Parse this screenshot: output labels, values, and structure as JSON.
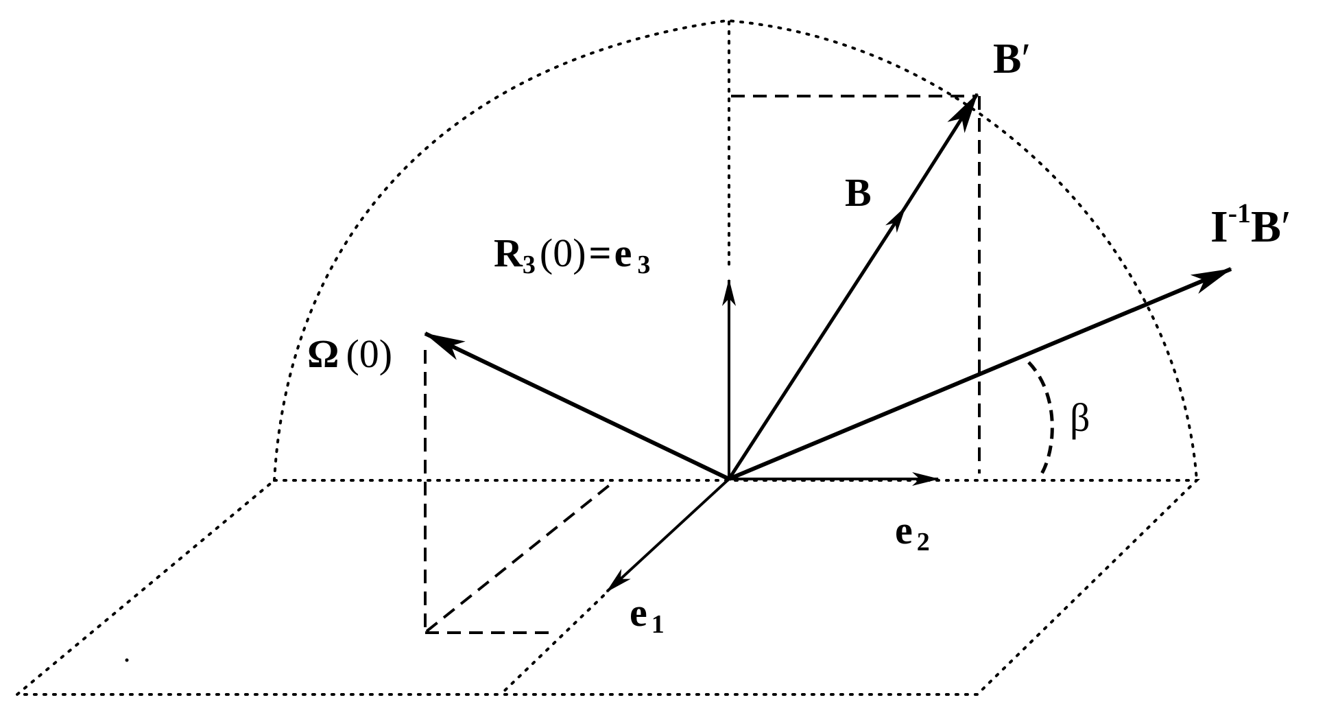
{
  "labels": {
    "b_prime": {
      "main": "B",
      "prime": "′"
    },
    "b": "B",
    "i_inv_b_prime": {
      "main": "I",
      "sup": "-1",
      "rest": "B",
      "prime": "′"
    },
    "r3": {
      "main": "R",
      "sub": "3",
      "arg": "(0)",
      "eq": "=",
      "rhs": "e",
      "rhs_sub": "3"
    },
    "omega": {
      "main": "Ω",
      "arg": "(0)"
    },
    "beta": "β",
    "e1": {
      "main": "e",
      "sub": "1"
    },
    "e2": {
      "main": "e",
      "sub": "2"
    }
  },
  "colors": {
    "ink": "#000000",
    "background": "#ffffff"
  }
}
